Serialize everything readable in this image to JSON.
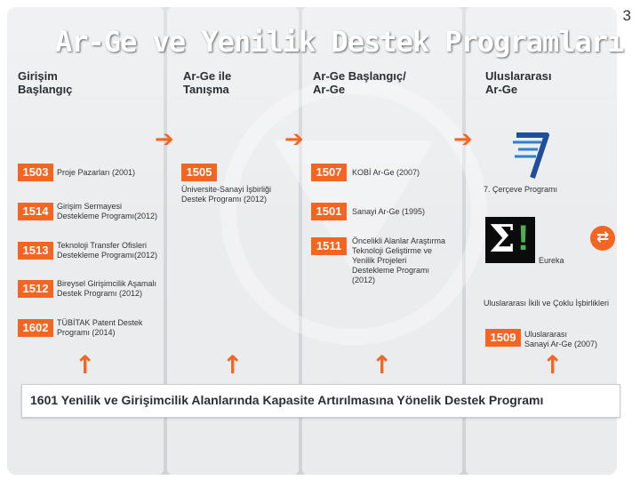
{
  "slide": {
    "page_number": "3",
    "title": "Ar-Ge ve Yenilik Destek Programları"
  },
  "columns": [
    {
      "heading": "Girişim\nBaşlangıç"
    },
    {
      "heading": "Ar-Ge ile\nTanışma"
    },
    {
      "heading": "Ar-Ge Başlangıç/\nAr-Ge"
    },
    {
      "heading": "Uluslararası\nAr-Ge"
    }
  ],
  "programs": {
    "col1": [
      {
        "code": "1503",
        "name": "Proje Pazarları (2001)"
      },
      {
        "code": "1514",
        "name": "Girişim Sermayesi\nDestekleme Programı(2012)"
      },
      {
        "code": "1513",
        "name": "Teknoloji Transfer Ofisleri\nDestekleme Programı(2012)"
      },
      {
        "code": "1512",
        "name": "Bireysel Girişimcilik Aşamalı\nDestek Programı (2012)"
      },
      {
        "code": "1602",
        "name": "TÜBİTAK Patent Destek\nProgramı (2014)"
      }
    ],
    "col2": [
      {
        "code": "1505",
        "name": "Üniversite-Sanayi İşbirliği\nDestek Programı (2012)"
      }
    ],
    "col3": [
      {
        "code": "1507",
        "name": "KOBİ Ar-Ge (2007)"
      },
      {
        "code": "1501",
        "name": "Sanayi Ar-Ge (1995)"
      },
      {
        "code": "1511",
        "name": "Öncelikli Alanlar Araştırma\nTeknoloji Geliştirme ve\nYenilik Projeleri\nDestekleme Programı\n(2012)"
      }
    ],
    "col4": {
      "fp7_label": "7. Çerçeve Programı",
      "eureka_label": "Eureka",
      "bilateral_label": "Uluslararası İkili ve Çoklu İşbirlikleri",
      "item": {
        "code": "1509",
        "name": "Uluslararası\nSanayi Ar-Ge (2007)"
      }
    }
  },
  "bottom_banner": "1601 Yenilik ve Girişimcilik  Alanlarında Kapasite Artırılmasına Yönelik Destek Programı",
  "icons": {
    "right": "arrow-right-icon",
    "up": "arrow-up-icon",
    "exchange": "bidirectional-arrow-icon"
  },
  "colors": {
    "accent": "#f26522",
    "text": "#2a2f36"
  }
}
